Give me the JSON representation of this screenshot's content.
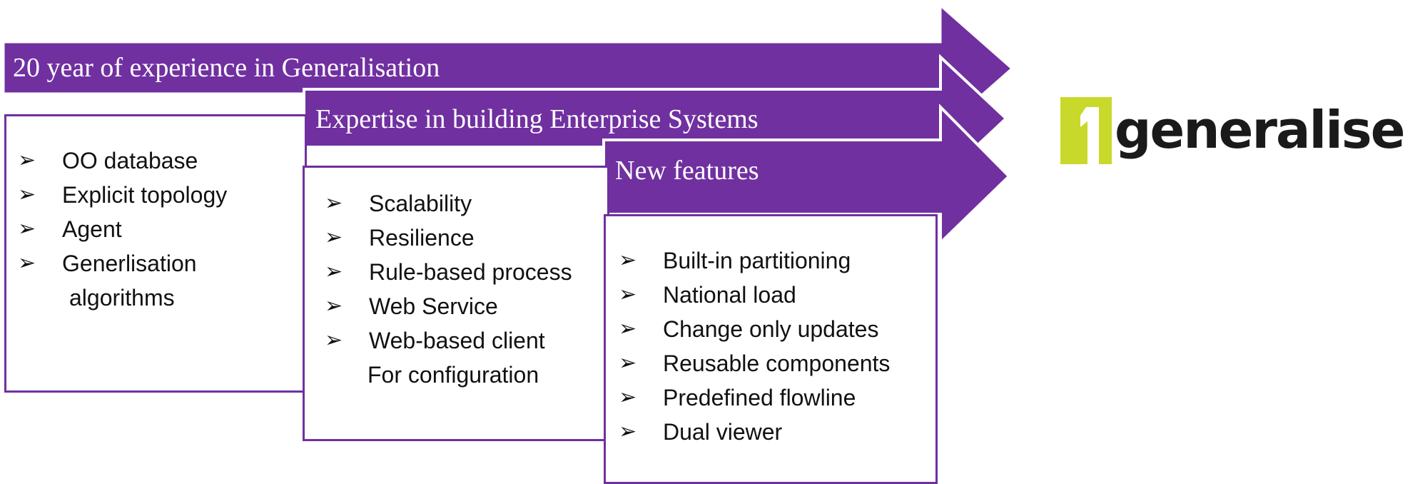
{
  "colors": {
    "arrow": "#7030a0",
    "arrow_outline": "#ffffff",
    "box_border": "#7030a0",
    "logo_accent": "#c8d92b",
    "logo_text": "#1a1a1a"
  },
  "stages": [
    {
      "title": "20 year of experience in Generalisation",
      "items": [
        "OO database",
        "Explicit  topology",
        "Agent",
        "Generlisation"
      ],
      "continuation": "algorithms"
    },
    {
      "title": "Expertise in building Enterprise Systems",
      "items": [
        "Scalability",
        "Resilience",
        "Rule-based process",
        "Web Service",
        "Web-based client"
      ],
      "continuation": "For configuration"
    },
    {
      "title": "New features",
      "items": [
        "Built-in partitioning",
        "National load",
        "Change only updates",
        "Reusable components",
        "Predefined flowline",
        "Dual viewer"
      ]
    }
  ],
  "bullet_glyph": "➢",
  "logo": {
    "text": "generalise",
    "mark_icon": "one-icon"
  }
}
